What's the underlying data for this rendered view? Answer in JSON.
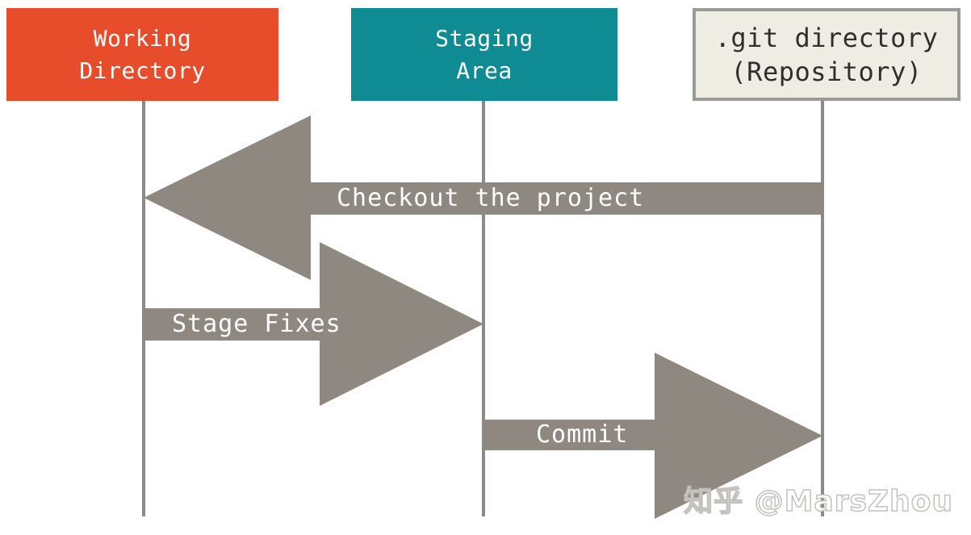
{
  "diagram": {
    "title_semantic": "Git areas and basic workflow diagram",
    "colors": {
      "working_box_bg": "#e74c2b",
      "working_box_text": "#ffffff",
      "staging_box_bg": "#0e8b93",
      "staging_box_text": "#ffffff",
      "git_box_bg": "#efece4",
      "git_box_text": "#2f2f2d",
      "git_box_border": "#9b9b99",
      "arrow": "#8f8881",
      "lifeline": "#8a8a88"
    },
    "columns": [
      {
        "id": "working-directory",
        "line1": "Working",
        "line2": "Directory"
      },
      {
        "id": "staging-area",
        "line1": "Staging",
        "line2": "Area"
      },
      {
        "id": "git-directory",
        "line1": ".git directory",
        "line2": "(Repository)"
      }
    ],
    "arrows": [
      {
        "id": "checkout",
        "label": "Checkout the project",
        "direction": "left",
        "from": "git-directory",
        "to": "working-directory"
      },
      {
        "id": "stage-fixes",
        "label": "Stage Fixes",
        "direction": "right",
        "from": "working-directory",
        "to": "staging-area"
      },
      {
        "id": "commit",
        "label": "Commit",
        "direction": "right",
        "from": "staging-area",
        "to": "git-directory"
      }
    ]
  },
  "watermark": {
    "text": "知乎 @MarsZhou"
  }
}
